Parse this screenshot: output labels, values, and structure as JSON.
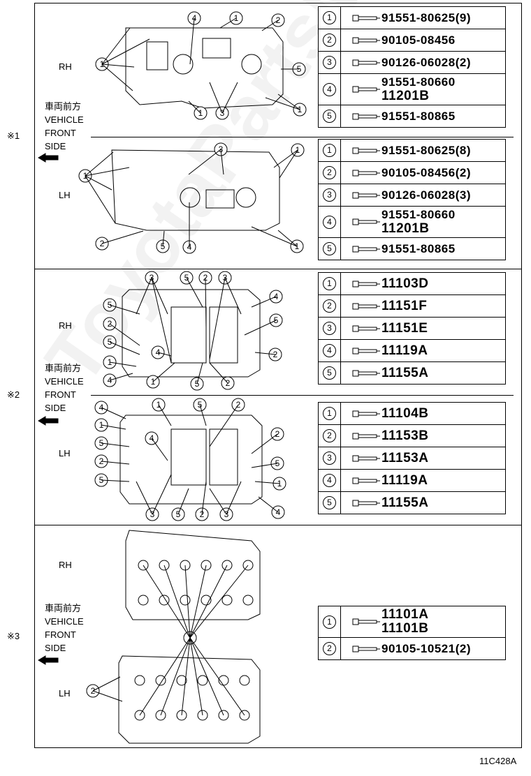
{
  "image_code": "11C428A",
  "watermark": "ToyotaPartsMiami.com",
  "sections": [
    {
      "marker": "※1",
      "label_jp": "車両前方",
      "label_en1": "VEHICLE",
      "label_en2": "FRONT",
      "label_en3": "SIDE",
      "rh": "RH",
      "lh": "LH",
      "rh_parts": [
        {
          "num": "1",
          "pn": "91551-80625(9)"
        },
        {
          "num": "2",
          "pn": "90105-08456"
        },
        {
          "num": "3",
          "pn": "90126-06028(2)"
        },
        {
          "num": "4",
          "pn": "91551-80660",
          "pn2": "11201B"
        },
        {
          "num": "5",
          "pn": "91551-80865"
        }
      ],
      "lh_parts": [
        {
          "num": "1",
          "pn": "91551-80625(8)"
        },
        {
          "num": "2",
          "pn": "90105-08456(2)"
        },
        {
          "num": "3",
          "pn": "90126-06028(3)"
        },
        {
          "num": "4",
          "pn": "91551-80660",
          "pn2": "11201B"
        },
        {
          "num": "5",
          "pn": "91551-80865"
        }
      ]
    },
    {
      "marker": "※2",
      "label_jp": "車両前方",
      "label_en1": "VEHICLE",
      "label_en2": "FRONT",
      "label_en3": "SIDE",
      "rh": "RH",
      "lh": "LH",
      "rh_parts": [
        {
          "num": "1",
          "pn": "11103D"
        },
        {
          "num": "2",
          "pn": "11151F"
        },
        {
          "num": "3",
          "pn": "11151E"
        },
        {
          "num": "4",
          "pn": "11119A"
        },
        {
          "num": "5",
          "pn": "11155A"
        }
      ],
      "lh_parts": [
        {
          "num": "1",
          "pn": "11104B"
        },
        {
          "num": "2",
          "pn": "11153B"
        },
        {
          "num": "3",
          "pn": "11153A"
        },
        {
          "num": "4",
          "pn": "11119A"
        },
        {
          "num": "5",
          "pn": "11155A"
        }
      ]
    },
    {
      "marker": "※3",
      "label_jp": "車両前方",
      "label_en1": "VEHICLE",
      "label_en2": "FRONT",
      "label_en3": "SIDE",
      "rh": "RH",
      "lh": "LH",
      "parts": [
        {
          "num": "1",
          "pn": "11101A",
          "pn2": "11101B"
        },
        {
          "num": "2",
          "pn": "90105-10521(2)"
        }
      ]
    }
  ],
  "callouts": [
    "1",
    "2",
    "3",
    "4",
    "5"
  ]
}
